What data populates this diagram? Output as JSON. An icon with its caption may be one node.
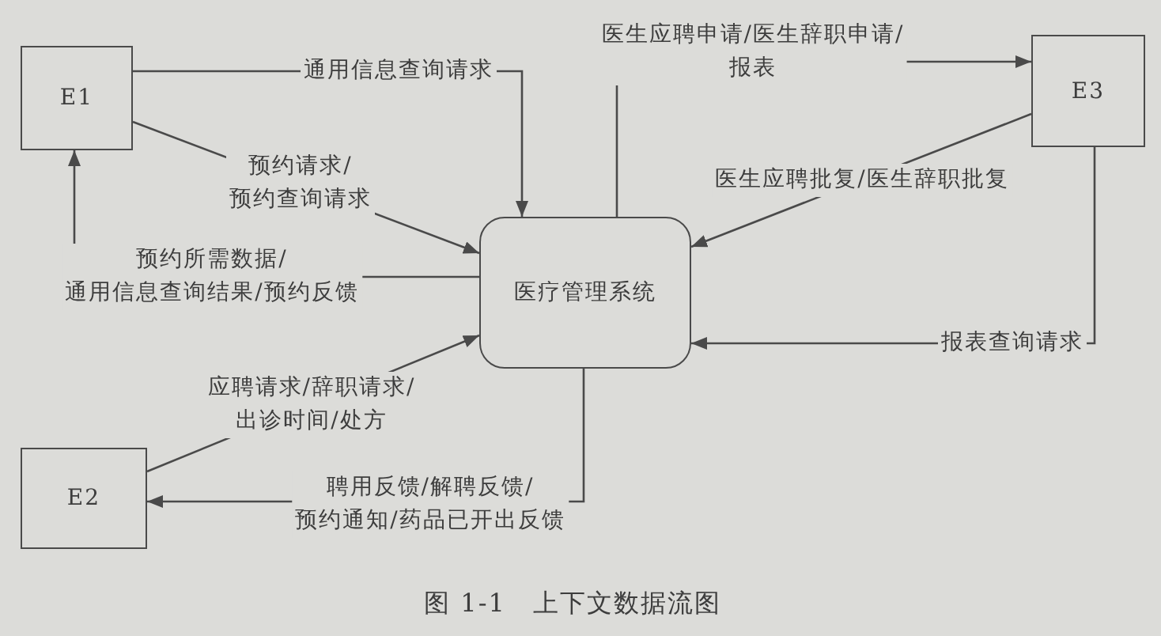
{
  "diagram": {
    "caption": "图 1-1　上下文数据流图",
    "nodes": [
      {
        "text": [
          "E1"
        ]
      },
      {
        "text": [
          "医疗管理系统"
        ]
      },
      {
        "text": [
          "E3"
        ]
      },
      {
        "text": [
          "E2"
        ]
      }
    ],
    "edges": [
      {
        "from": 0,
        "to": 1,
        "arrow": "to",
        "label": "通用信息查询请求"
      },
      {
        "from": 0,
        "to": 1,
        "arrow": "to",
        "label": "预约请求/预约查询请求"
      },
      {
        "from": 1,
        "to": 0,
        "arrow": "to",
        "label": "预约所需数据/通用信息查询结果/预约反馈"
      },
      {
        "from": 1,
        "to": 2,
        "arrow": "to",
        "label": "医生应聘申请/医生辞职申请/报表"
      },
      {
        "from": 2,
        "to": 1,
        "arrow": "to",
        "label": "医生应聘批复/医生辞职批复"
      },
      {
        "from": 2,
        "to": 1,
        "arrow": "to",
        "label": "报表查询请求"
      },
      {
        "from": 3,
        "to": 1,
        "arrow": "to",
        "label": "应聘请求/辞职请求/出诊时间/处方"
      },
      {
        "from": 1,
        "to": 3,
        "arrow": "to",
        "label": "聘用反馈/解聘反馈/预约通知/药品已开出反馈"
      }
    ]
  }
}
